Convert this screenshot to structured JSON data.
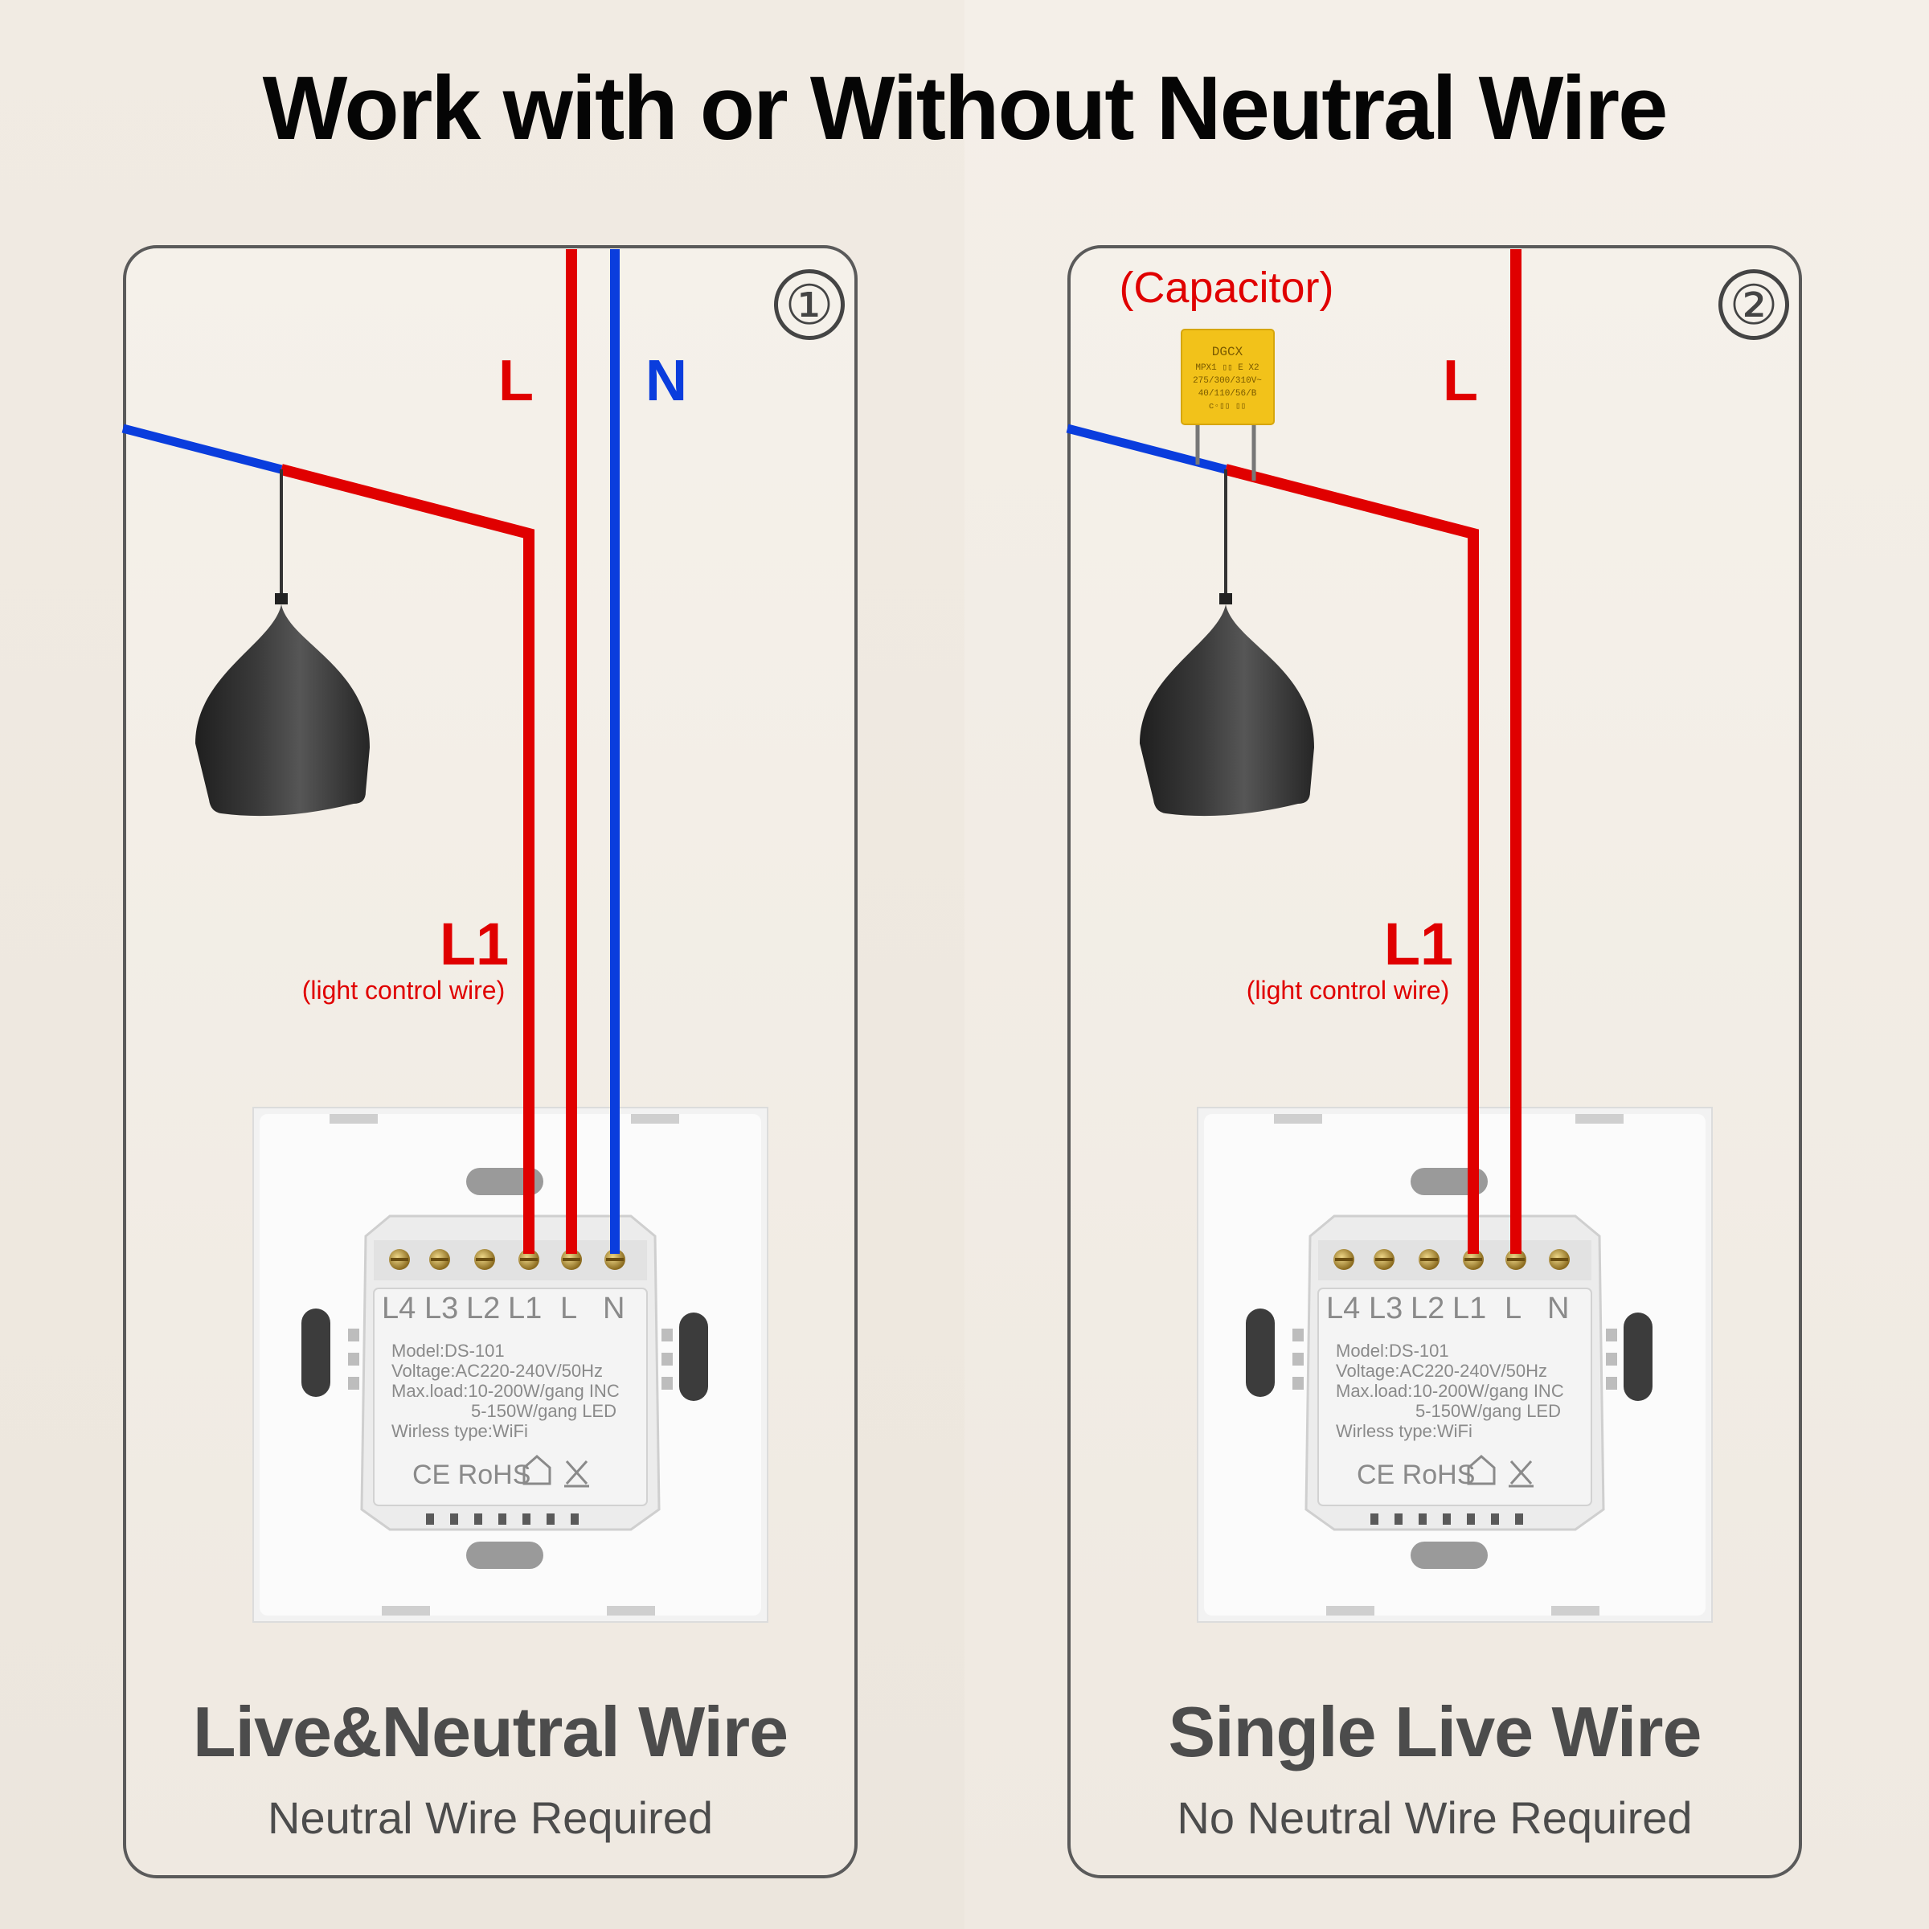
{
  "title": "Work with or Without Neutral Wire",
  "panels": [
    {
      "number": "①",
      "title": "Live&Neutral Wire",
      "subtitle": "Neutral Wire Required",
      "labels": {
        "live": "L",
        "neutral": "N",
        "control": "L1",
        "control_note": "(light control wire)"
      }
    },
    {
      "number": "②",
      "title": "Single Live Wire",
      "subtitle": "No Neutral Wire Required",
      "labels": {
        "live": "L",
        "control": "L1",
        "control_note": "(light control wire)",
        "capacitor": "(Capacitor)"
      }
    }
  ],
  "capacitor_print": [
    "DGCX",
    "MPX1 ▯▯ E X2",
    "275/300/310V~",
    "40/110/56/B",
    "c◦▯▯ ▯▯"
  ],
  "switch_module": {
    "terminals": [
      "L4",
      "L3",
      "L2",
      "L1",
      "L",
      "N"
    ],
    "model": "Model:DS-101",
    "voltage": "Voltage:AC220-240V/50Hz",
    "maxload": "Max.load:10-200W/gang  INC",
    "maxload2": "5-150W/gang  LED",
    "wireless": "Wirless type:WiFi",
    "certs": "CE RoHS"
  },
  "colors": {
    "live": "#e00000",
    "neutral": "#0033cc",
    "lamp": "#2e2e2e",
    "capacitor": "#f2c21a"
  }
}
